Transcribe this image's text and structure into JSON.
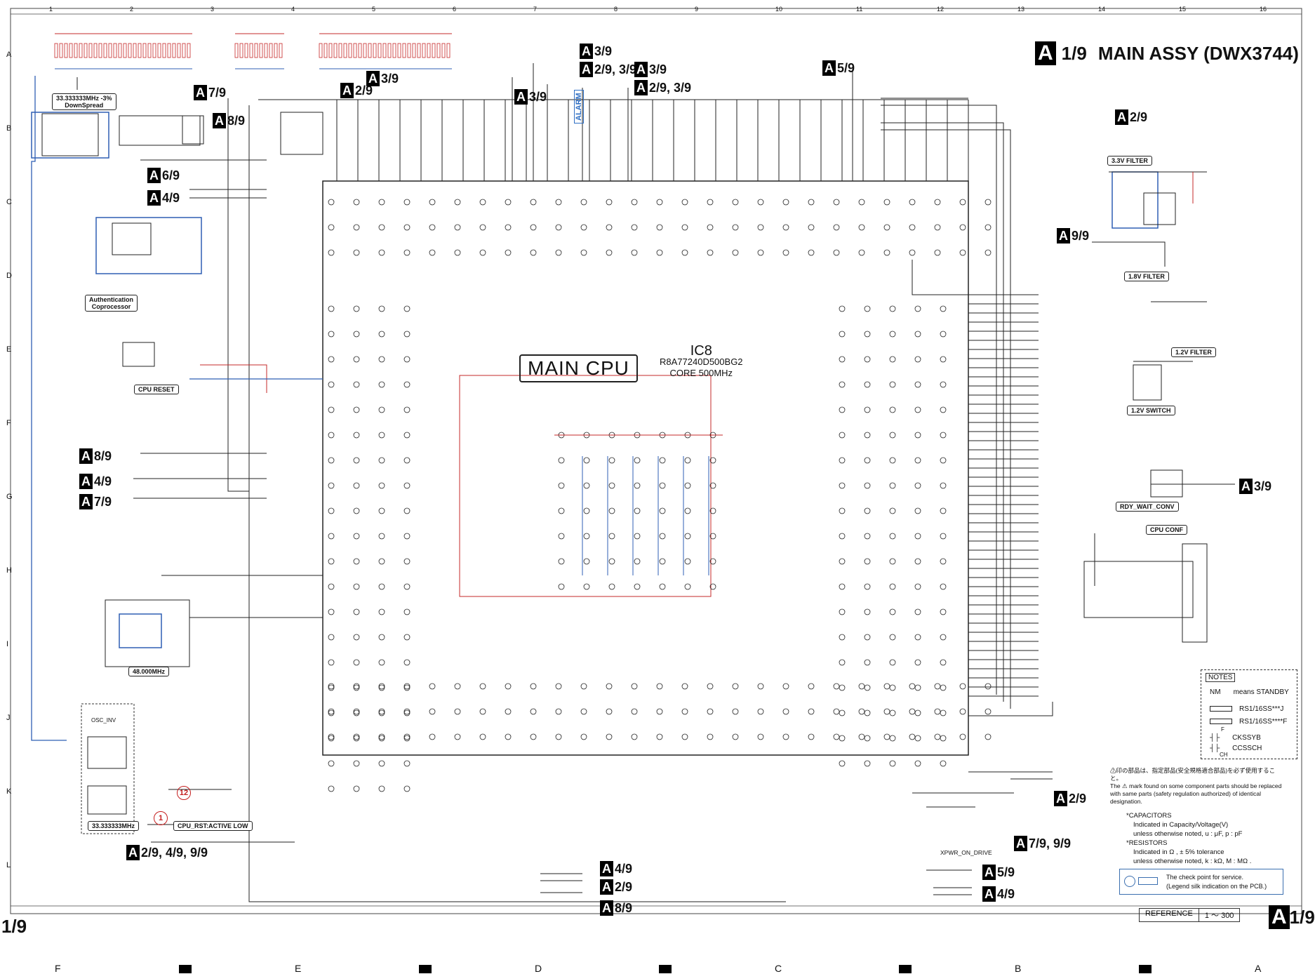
{
  "sheet": {
    "page_label": "1/9",
    "sheet_letter": "A",
    "title": "MAIN ASSY (DWX3744)",
    "columns": [
      "1",
      "2",
      "3",
      "4",
      "5",
      "6",
      "7",
      "8",
      "9",
      "10",
      "11",
      "12",
      "13",
      "14",
      "15",
      "16"
    ],
    "rows": [
      "A",
      "B",
      "C",
      "D",
      "E",
      "F",
      "G",
      "H",
      "I",
      "J",
      "K",
      "L"
    ],
    "footer_left": "1/9",
    "footer_right_letter": "A",
    "footer_right_page": "1/9",
    "bottom_strip_letters": [
      "F",
      "E",
      "D",
      "C",
      "B",
      "A"
    ]
  },
  "cpu": {
    "name": "MAIN  CPU",
    "ref": "IC8",
    "part": "R8A77240D500BG2",
    "core": "CORE 500MHz"
  },
  "labels": {
    "downspread": "33.333333MHz -3%\nDownSpread",
    "auth": "Authentication\nCoprocessor",
    "cpu_reset": "CPU RESET",
    "osc_inv": "OSC_INV",
    "osc_33": "33.333333MHz",
    "osc_48": "48.000MHz",
    "cpu_rst": "CPU_RST:ACTIVE LOW",
    "filter_33": "3.3V FILTER",
    "filter_18": "1.8V FILTER",
    "filter_12": "1.2V FILTER",
    "switch_12": "1.2V SWITCH",
    "rdy_wait": "RDY_WAIT_CONV",
    "cpu_conf": "CPU CONF",
    "alarm": "ALARM",
    "circle_12": "12",
    "circle_1": "1",
    "xpwr": "XPWR_ON_DRIVE"
  },
  "refs": [
    {
      "id": "ref-a39-top",
      "a": "A",
      "p": "3/9"
    },
    {
      "id": "ref-a29-39",
      "a": "A",
      "p": "2/9, 3/9"
    },
    {
      "id": "ref-a39-b",
      "a": "A",
      "p": "3/9"
    },
    {
      "id": "ref-a29-39-b",
      "a": "A",
      "p": "2/9, 3/9"
    },
    {
      "id": "ref-a39-c",
      "a": "A",
      "p": "3/9"
    },
    {
      "id": "ref-a29-left",
      "a": "A",
      "p": "2/9"
    },
    {
      "id": "ref-a59",
      "a": "A",
      "p": "5/9"
    },
    {
      "id": "ref-a79",
      "a": "A",
      "p": "7/9"
    },
    {
      "id": "ref-a89",
      "a": "A",
      "p": "8/9"
    },
    {
      "id": "ref-a69",
      "a": "A",
      "p": "6/9"
    },
    {
      "id": "ref-a49",
      "a": "A",
      "p": "4/9"
    },
    {
      "id": "ref-a29-right",
      "a": "A",
      "p": "2/9"
    },
    {
      "id": "ref-a99",
      "a": "A",
      "p": "9/9"
    },
    {
      "id": "ref-a39-right",
      "a": "A",
      "p": "3/9"
    },
    {
      "id": "ref-a89-f",
      "a": "A",
      "p": "8/9"
    },
    {
      "id": "ref-a49-f",
      "a": "A",
      "p": "4/9"
    },
    {
      "id": "ref-a79-g",
      "a": "A",
      "p": "7/9"
    },
    {
      "id": "ref-a29-k",
      "a": "A",
      "p": "2/9"
    },
    {
      "id": "ref-a79-99",
      "a": "A",
      "p": "7/9, 9/9"
    },
    {
      "id": "ref-a29-49-99",
      "a": "A",
      "p": "2/9, 4/9, 9/9"
    },
    {
      "id": "ref-a49-l",
      "a": "A",
      "p": "4/9"
    },
    {
      "id": "ref-a29-l",
      "a": "A",
      "p": "2/9"
    },
    {
      "id": "ref-a89-l",
      "a": "A",
      "p": "8/9"
    },
    {
      "id": "ref-a59-l",
      "a": "A",
      "p": "5/9"
    },
    {
      "id": "ref-a49-l2",
      "a": "A",
      "p": "4/9"
    }
  ],
  "notes": {
    "header": "NOTES",
    "nm": "NM",
    "nm_text": "means STANDBY",
    "rs1": "RS1/16SS***J",
    "rs2": "RS1/16SS****F",
    "f": "F",
    "cksyb": "CKSSYB",
    "ccssch": "CCSSCH",
    "ch": "CH"
  },
  "warning": {
    "jp": "⚠印の部品は、指定部品(安全規格適合部品)を必ず使用すること。",
    "en": "The ⚠ mark found on some component parts should be replaced with same parts (safety regulation authorized) of identical designation."
  },
  "capacitors": {
    "l1": "*CAPACITORS",
    "l2": "Indicated in Capacity/Voltage(V)",
    "l3": "unless otherwise noted,  u : μF, p : pF",
    "l4": "*RESISTORS",
    "l5": "Indicated in  Ω , ± 5% tolerance",
    "l6": "unless otherwise noted,  k : kΩ, M : MΩ ."
  },
  "checkpoint": {
    "l1": "The check point for service.",
    "l2": "(Legend silk indication on the PCB.)"
  },
  "reference": {
    "label": "REFERENCE",
    "range": "1 ～ 300"
  }
}
